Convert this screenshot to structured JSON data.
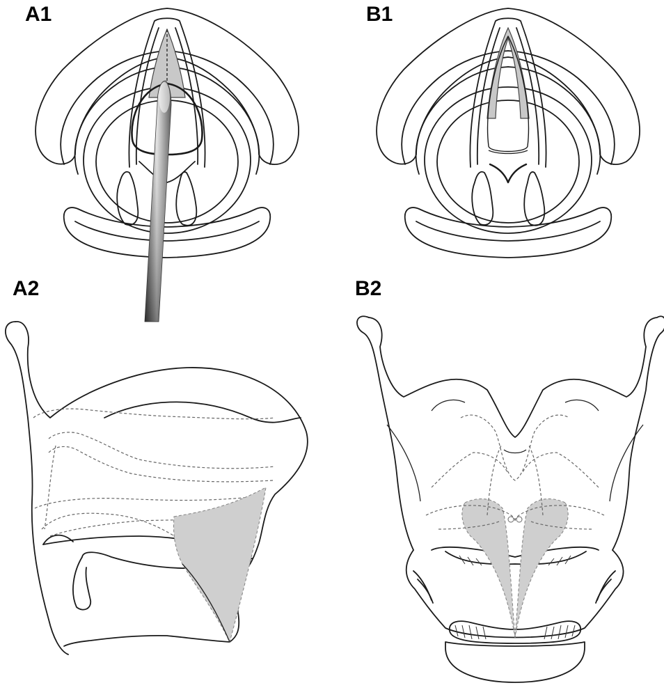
{
  "panels": [
    {
      "id": "A1",
      "label": "A1"
    },
    {
      "id": "B1",
      "label": "B1"
    },
    {
      "id": "A2",
      "label": "A2"
    },
    {
      "id": "B2",
      "label": "B2"
    }
  ],
  "colors": {
    "line": "#1a1a1a",
    "shading": "#cfcfcf",
    "needle_dark": "#3a3a3a",
    "needle_light": "#e8e8e8"
  }
}
